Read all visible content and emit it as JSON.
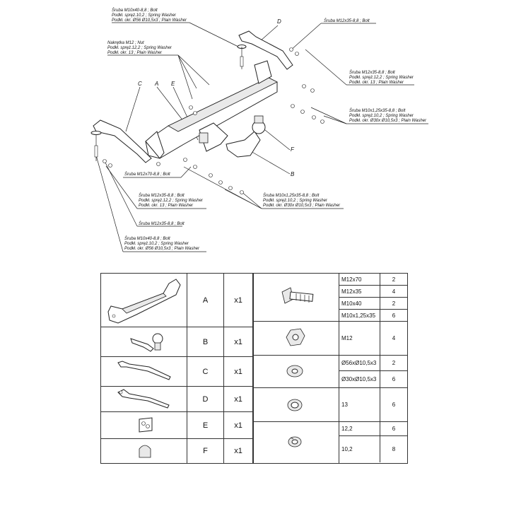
{
  "diagram": {
    "callouts": {
      "top_bolt_m10x40": [
        "Śruba M10x40-8,8 ;  Bolt",
        "Podkł. spręż.10,2 ; Spring Washer",
        "Podkł. okr. Ø56 Ø10,5x3 ; Plain Washer"
      ],
      "top_bolt_m12x35": [
        "Śruba M12x35-8,8 ;  Bolt"
      ],
      "nut_m12": [
        "Nakrętka  M12 ; Nut",
        "Podkł. spręż.12,2 ; Spring Washer",
        "Podkł. okr. 13 ; Plain Washer"
      ],
      "right_bolt_m12x35": [
        "Śruba M12x35-8,8 ;  Bolt",
        "Podkł. spręż.12,2 ; Spring Washer",
        "Podkł. okr. 13 ; Plain Washer"
      ],
      "right_bolt_m10x125": [
        "Śruba M10x1,25x35-8,8 ;  Bolt",
        "Podkł. spręż.10,2 ; Spring Washer",
        "Podkł. okr. Ø30x Ø10,5x3 ; Plain Washer"
      ],
      "bolt_m12x70": [
        "Śruba M12x70-8,8 ;  Bolt"
      ],
      "bottom_bolt_m12x35_washers": [
        "Śruba M12x35-8,8 ;  Bolt",
        "Podkł. spręż.12,2 ; Spring Washer",
        "Podkł. okr. 13 ; Plain Washer"
      ],
      "bottom_bolt_m10x125": [
        "Śruba M10x1,25x35-8,8 ;  Bolt",
        "Podkł. spręż.10,2 ; Spring Washer",
        "Podkł. okr. Ø30x Ø10,5x3 ; Plain Washer"
      ],
      "bottom_bolt_m12x35": [
        "Śruba M12x35-8,8 ;  Bolt"
      ],
      "bottom_bolt_m10x40": [
        "Śruba M10x40-8,8 ;  Bolt",
        "Podkł. spręż.10,2 ; Spring Washer",
        "Podkł. okr. Ø56 Ø10,5x3 ; Plain Washer"
      ]
    },
    "part_letters": {
      "a": "A",
      "b": "B",
      "c": "C",
      "d": "D",
      "e": "E",
      "f": "F"
    }
  },
  "parts_table": [
    {
      "letter": "A",
      "qty": "x1",
      "icon": "main-crossbar-icon"
    },
    {
      "letter": "B",
      "qty": "x1",
      "icon": "tow-ball-icon"
    },
    {
      "letter": "C",
      "qty": "x1",
      "icon": "side-bracket-c-icon"
    },
    {
      "letter": "D",
      "qty": "x1",
      "icon": "side-bracket-d-icon"
    },
    {
      "letter": "E",
      "qty": "x1",
      "icon": "socket-plate-icon"
    },
    {
      "letter": "F",
      "qty": "x1",
      "icon": "ball-cap-icon"
    }
  ],
  "hardware_table": {
    "bolts": [
      {
        "size": "M12x70",
        "qty": "2"
      },
      {
        "size": "M12x35",
        "qty": "4"
      },
      {
        "size": "M10x40",
        "qty": "2"
      },
      {
        "size": "M10x1,25x35",
        "qty": "6"
      }
    ],
    "nuts": [
      {
        "size": "M12",
        "qty": "4"
      }
    ],
    "large_washers": [
      {
        "size": "Ø56xØ10,5x3",
        "qty": "2"
      },
      {
        "size": "Ø30xØ10,5x3",
        "qty": "6"
      }
    ],
    "plain_washers": [
      {
        "size": "13",
        "qty": "6"
      }
    ],
    "spring_washers": [
      {
        "size": "12,2",
        "qty": "6"
      },
      {
        "size": "10,2",
        "qty": "8"
      }
    ]
  }
}
